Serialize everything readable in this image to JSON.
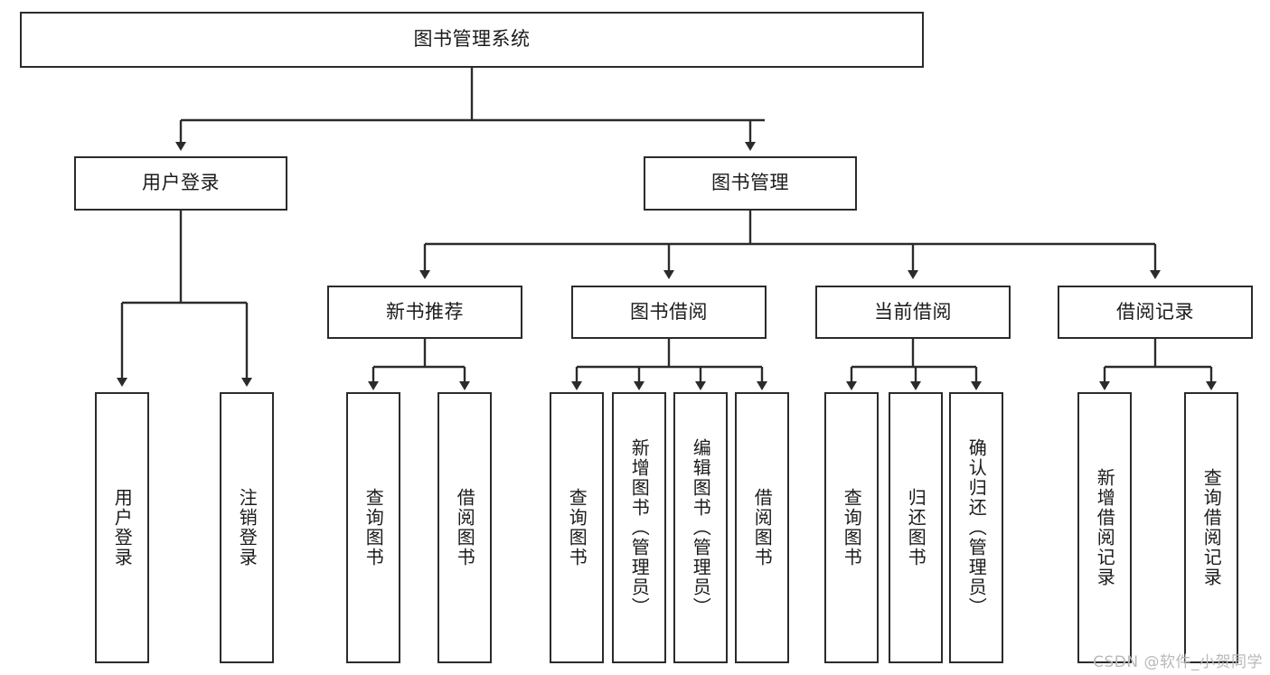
{
  "diagram": {
    "type": "tree-hierarchy",
    "title": "图书管理系统",
    "root": {
      "id": "root",
      "label": "图书管理系统",
      "orientation": "horizontal"
    },
    "level2": [
      {
        "id": "user-login",
        "label": "用户登录",
        "orientation": "horizontal"
      },
      {
        "id": "book-management",
        "label": "图书管理",
        "orientation": "horizontal"
      }
    ],
    "level3": [
      {
        "id": "new-book-recommend",
        "label": "新书推荐",
        "orientation": "horizontal",
        "parent": "book-management"
      },
      {
        "id": "book-borrow",
        "label": "图书借阅",
        "orientation": "horizontal",
        "parent": "book-management"
      },
      {
        "id": "current-borrow",
        "label": "当前借阅",
        "orientation": "horizontal",
        "parent": "book-management"
      },
      {
        "id": "borrow-record",
        "label": "借阅记录",
        "orientation": "horizontal",
        "parent": "book-management"
      }
    ],
    "leaves": [
      {
        "id": "leaf-user-login",
        "label": "用户登录",
        "orientation": "vertical",
        "parent": "user-login"
      },
      {
        "id": "leaf-logout",
        "label": "注销登录",
        "orientation": "vertical",
        "parent": "user-login"
      },
      {
        "id": "leaf-query-book-1",
        "label": "查询图书",
        "orientation": "vertical",
        "parent": "new-book-recommend"
      },
      {
        "id": "leaf-borrow-book-1",
        "label": "借阅图书",
        "orientation": "vertical",
        "parent": "new-book-recommend"
      },
      {
        "id": "leaf-query-book-2",
        "label": "查询图书",
        "orientation": "vertical",
        "parent": "book-borrow"
      },
      {
        "id": "leaf-add-book",
        "label": "新增图书（管理员）",
        "orientation": "vertical",
        "parent": "book-borrow"
      },
      {
        "id": "leaf-edit-book",
        "label": "编辑图书（管理员）",
        "orientation": "vertical",
        "parent": "book-borrow"
      },
      {
        "id": "leaf-borrow-book-2",
        "label": "借阅图书",
        "orientation": "vertical",
        "parent": "book-borrow"
      },
      {
        "id": "leaf-query-book-3",
        "label": "查询图书",
        "orientation": "vertical",
        "parent": "current-borrow"
      },
      {
        "id": "leaf-return-book",
        "label": "归还图书",
        "orientation": "vertical",
        "parent": "current-borrow"
      },
      {
        "id": "leaf-confirm-return",
        "label": "确认归还（管理员）",
        "orientation": "vertical",
        "parent": "current-borrow"
      },
      {
        "id": "leaf-add-record",
        "label": "新增借阅记录",
        "orientation": "vertical",
        "parent": "borrow-record"
      },
      {
        "id": "leaf-query-record",
        "label": "查询借阅记录",
        "orientation": "vertical",
        "parent": "borrow-record"
      }
    ]
  },
  "watermark": {
    "text": "CSDN @软件_小贺同学"
  },
  "colors": {
    "stroke": "#2b2b2b",
    "fill": "#ffffff",
    "text": "#1b1b1b",
    "watermark": "#b9b9b9"
  }
}
